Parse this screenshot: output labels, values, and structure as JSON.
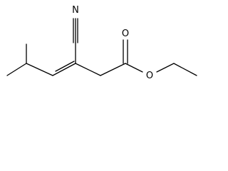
{
  "molecule": {
    "atoms": {
      "nitrogen": "N",
      "carbonyl_oxygen": "O",
      "ester_oxygen": "O"
    },
    "colors": {
      "bond": "#000000",
      "label": "#000000",
      "background": "#ffffff"
    }
  }
}
